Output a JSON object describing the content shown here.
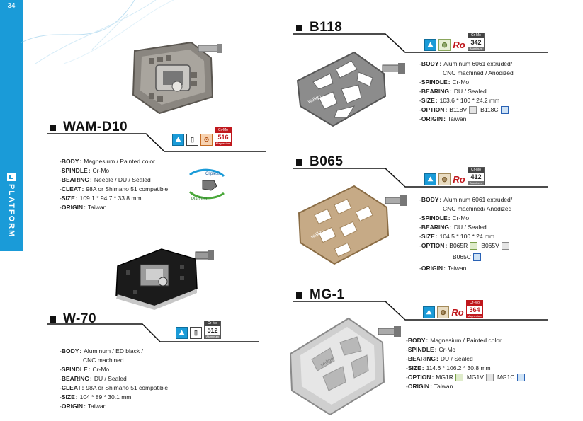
{
  "page_number": "34",
  "section_label": "PLATFORM",
  "colors": {
    "brand_blue": "#1a9bd8",
    "magnesium_red": "#c0171c",
    "silver": "#9a9a9a",
    "gold": "#c6aa86",
    "black": "#1b1b1b"
  },
  "products": {
    "wam_d10": {
      "name": "WAM-D10",
      "badge": {
        "top": "Cr-Mo",
        "value": "516",
        "sub": "Magnesium"
      },
      "icons": [
        "blue-terrain-icon",
        "bearing-icon",
        "cleat-icon",
        "magnesium-badge"
      ],
      "specs": {
        "body_k": "BODY",
        "body_v": "Magnesium / Painted color",
        "spindle_k": "SPINDLE",
        "spindle_v": "Cr-Mo",
        "bearing_k": "BEARING",
        "bearing_v": "Needle / DU / Sealed",
        "cleat_k": "CLEAT",
        "cleat_v": "98A or Shimano 51 compatible",
        "size_k": "SIZE",
        "size_v": "109.1 * 94.7 * 33.8 mm",
        "origin_k": "ORIGIN",
        "origin_v": "Taiwan"
      },
      "cleat_graphic": {
        "top": "Clipless",
        "bottom": "Platform"
      }
    },
    "w70": {
      "name": "W-70",
      "badge": {
        "top": "Cr-Mo",
        "value": "512",
        "sub": "Aluminum"
      },
      "specs": {
        "body_k": "BODY",
        "body_v": "Aluminum / ED black /",
        "body_v2": "CNC machined",
        "spindle_k": "SPINDLE",
        "spindle_v": "Cr-Mo",
        "bearing_k": "BEARING",
        "bearing_v": "DU / Sealed",
        "cleat_k": "CLEAT",
        "cleat_v": "98A or Shimano 51 compatible",
        "size_k": "SIZE",
        "size_v": "104 * 89 * 30.1 mm",
        "origin_k": "ORIGIN",
        "origin_v": "Taiwan"
      }
    },
    "b118": {
      "name": "B118",
      "badge": {
        "top": "Cr-Mo",
        "value": "342",
        "sub": "Aluminum"
      },
      "specs": {
        "body_k": "BODY",
        "body_v": "Aluminum 6061 extruded/",
        "body_v2": "CNC machined / Anodized",
        "spindle_k": "SPINDLE",
        "spindle_v": "Cr-Mo",
        "bearing_k": "BEARING",
        "bearing_v": "DU / Sealed",
        "size_k": "SIZE",
        "size_v": "103.6 * 100 * 24.2 mm",
        "option_k": "OPTION",
        "option_a": "B118V",
        "option_b": "B118C",
        "origin_k": "ORIGIN",
        "origin_v": "Taiwan"
      }
    },
    "b065": {
      "name": "B065",
      "badge": {
        "top": "Cr-Mo",
        "value": "412",
        "sub": "Aluminum"
      },
      "specs": {
        "body_k": "BODY",
        "body_v": "Aluminum 6061 extruded/",
        "body_v2": "CNC machined/ Anodized",
        "spindle_k": "SPINDLE",
        "spindle_v": "Cr-Mo",
        "bearing_k": "BEARING",
        "bearing_v": "DU / Sealed",
        "size_k": "SIZE",
        "size_v": "104.5 * 100 * 24 mm",
        "option_k": "OPTION",
        "option_a": "B065R",
        "option_b": "B065V",
        "option_c": "B065C",
        "origin_k": "ORIGIN",
        "origin_v": "Taiwan"
      }
    },
    "mg1": {
      "name": "MG-1",
      "badge": {
        "top": "Cr-Mo",
        "value": "364",
        "sub": "Magnesium"
      },
      "specs": {
        "body_k": "BODY",
        "body_v": "Magnesium / Painted color",
        "spindle_k": "SPINDLE",
        "spindle_v": "Cr-Mo",
        "bearing_k": "BEARING",
        "bearing_v": "DU / Sealed",
        "size_k": "SIZE",
        "size_v": "114.6 * 106.2 * 30.8 mm",
        "option_k": "OPTION",
        "option_a": "MG1R",
        "option_b": "MG1V",
        "option_c": "MG1C",
        "origin_k": "ORIGIN",
        "origin_v": "Taiwan"
      }
    }
  },
  "pedal_brand": "wellgo",
  "ro_label": "Ro"
}
